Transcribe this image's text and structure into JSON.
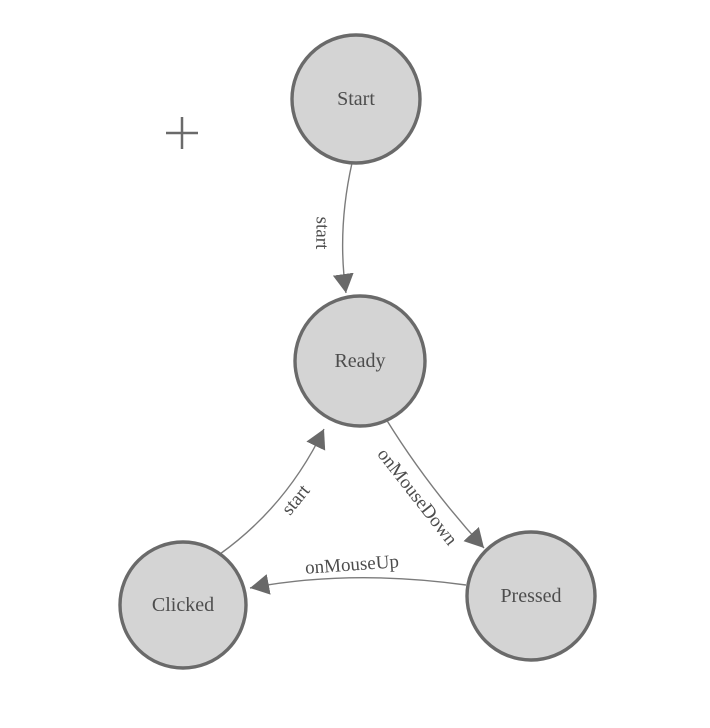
{
  "colors": {
    "node_fill": "#d4d4d4",
    "node_border": "#6a6a6a",
    "edge_line": "#7b7b7b",
    "arrow_fill": "#696969",
    "label_text": "#4d4d4d",
    "canvas_bg": "#ffffff"
  },
  "diagram": {
    "type": "state-machine",
    "nodes": [
      {
        "id": "start",
        "label": "Start"
      },
      {
        "id": "ready",
        "label": "Ready"
      },
      {
        "id": "clicked",
        "label": "Clicked"
      },
      {
        "id": "pressed",
        "label": "Pressed"
      }
    ],
    "edges": [
      {
        "from": "start",
        "to": "ready",
        "label": "start"
      },
      {
        "from": "clicked",
        "to": "ready",
        "label": "start"
      },
      {
        "from": "ready",
        "to": "pressed",
        "label": "onMouseDown"
      },
      {
        "from": "pressed",
        "to": "clicked",
        "label": "onMouseUp"
      }
    ]
  }
}
